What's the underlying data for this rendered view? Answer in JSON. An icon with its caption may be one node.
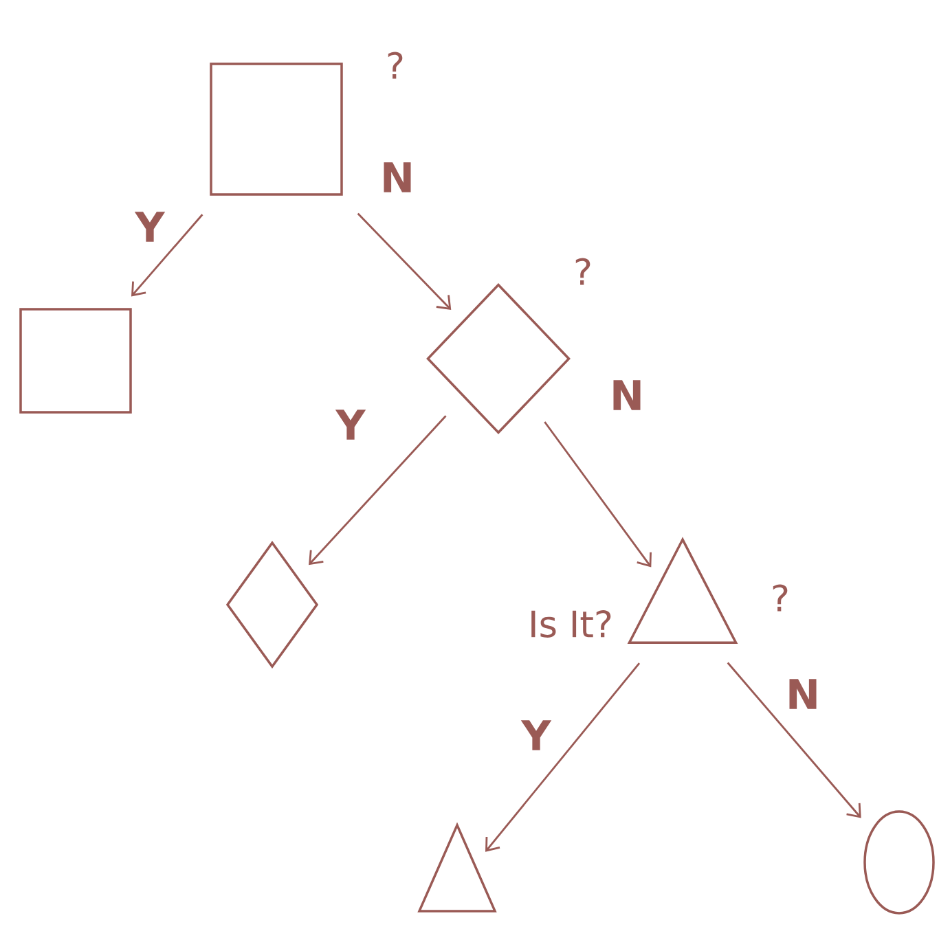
{
  "diagram": {
    "nodes": [
      {
        "text": [],
        "shape": "box",
        "beside": [
          "?"
        ]
      },
      {
        "text": [],
        "shape": "box"
      },
      {
        "text": [],
        "shape": "diamond",
        "beside": [
          "?"
        ]
      },
      {
        "text": [],
        "shape": "diamond"
      },
      {
        "text": [],
        "shape": "triangle",
        "beside": [
          "Is It?",
          "?"
        ]
      },
      {
        "text": [],
        "shape": "triangle"
      },
      {
        "text": [],
        "shape": "circle"
      }
    ],
    "edges": [
      {
        "from": 0,
        "to": 1,
        "arrow": "to",
        "label": "Y"
      },
      {
        "from": 0,
        "to": 2,
        "arrow": "to",
        "label": "N"
      },
      {
        "from": 2,
        "to": 3,
        "arrow": "to",
        "label": "Y"
      },
      {
        "from": 2,
        "to": 4,
        "arrow": "to",
        "label": "N"
      },
      {
        "from": 4,
        "to": 5,
        "arrow": "to",
        "label": "Y"
      },
      {
        "from": 4,
        "to": 6,
        "arrow": "to",
        "label": "N"
      }
    ]
  }
}
